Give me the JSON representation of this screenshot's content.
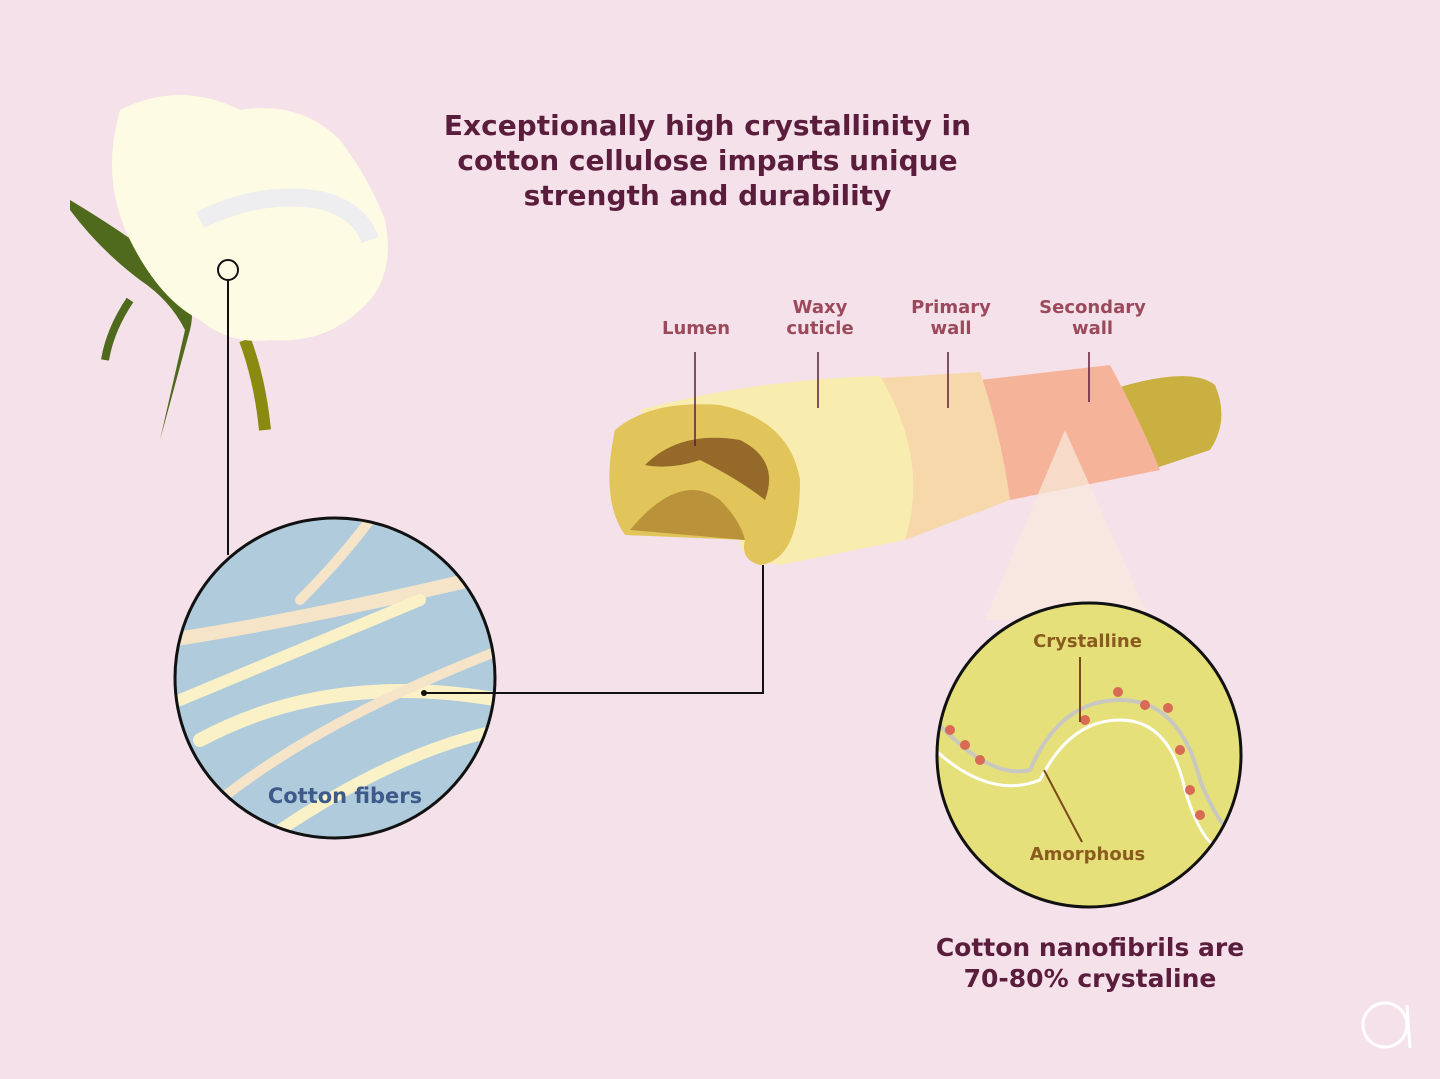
{
  "title": "Exceptionally high crystallinity in cotton cellulose imparts unique strength and durability",
  "fiber_labels": {
    "lumen": "Lumen",
    "waxy_cuticle": "Waxy cuticle",
    "primary_wall": "Primary wall",
    "secondary_wall": "Secondary wall"
  },
  "fibers_label": "Cotton fibers",
  "molecule_labels": {
    "crystalline": "Crystalline",
    "amorphous": "Amorphous"
  },
  "caption": "Cotton nanofibrils are 70-80% crystaline",
  "colors": {
    "background": "#f5e1ea",
    "title": "#5b1d3c",
    "label": "#9b4a5c"
  }
}
